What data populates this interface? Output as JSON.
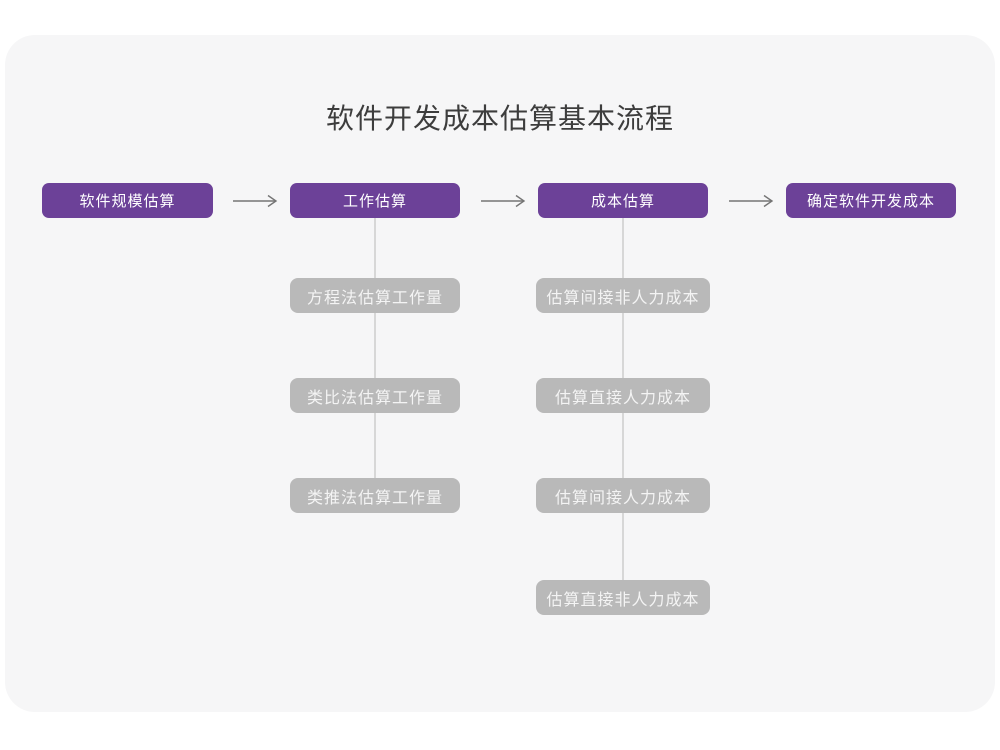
{
  "title": "软件开发成本估算基本流程",
  "flow": {
    "main_steps": [
      {
        "label": "软件规模估算"
      },
      {
        "label": "工作估算"
      },
      {
        "label": "成本估算"
      },
      {
        "label": "确定软件开发成本"
      }
    ],
    "work_estimation_methods": [
      "方程法估算工作量",
      "类比法估算工作量",
      "类推法估算工作量"
    ],
    "cost_estimation_steps": [
      "估算间接非人力成本",
      "估算直接人力成本",
      "估算间接人力成本",
      "估算直接非人力成本"
    ]
  },
  "colors": {
    "primary_purple": "#6c4198",
    "sub_box_gray": "#b9b9b9",
    "connector_gray": "#d7d7d7",
    "arrow_gray": "#757575",
    "card_background": "#f6f6f7",
    "title_text": "#3d3d3d"
  }
}
